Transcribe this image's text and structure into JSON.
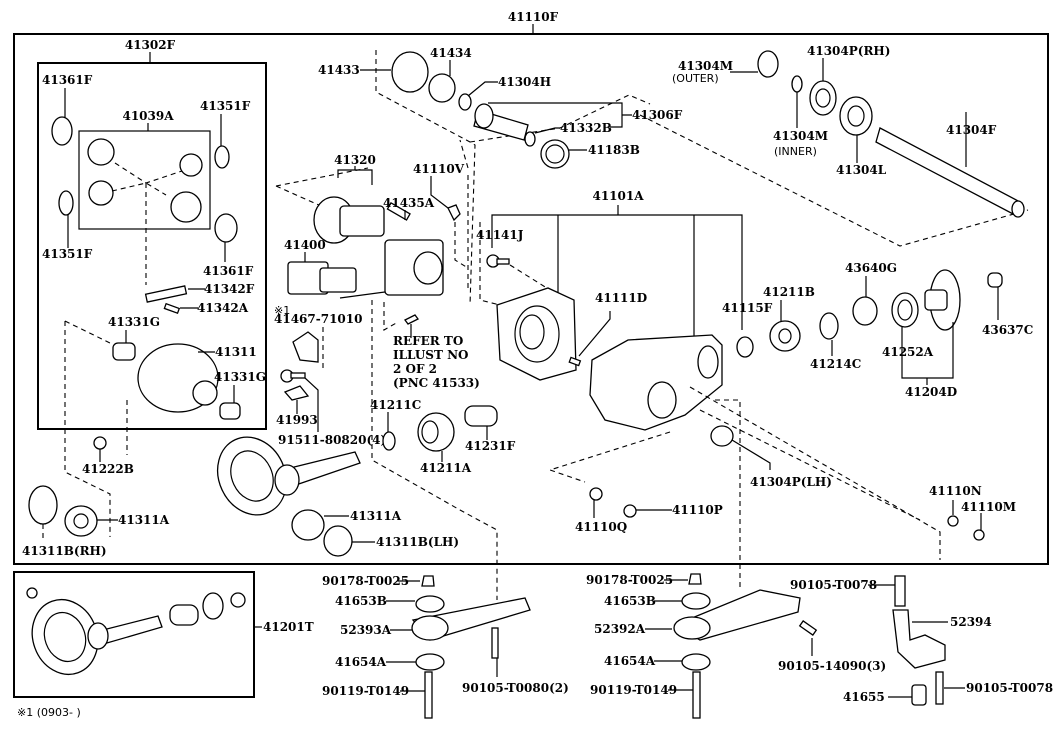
{
  "diagram": {
    "title": "Rear Differential Carrier Assembly Parts Diagram",
    "top_assembly": "41110F",
    "groups": {
      "case_group": "41302F",
      "pinion_gear_set": "41039A",
      "ring_pinion_kit": "41201T",
      "carrier": "41101A",
      "companion_set": "41204D",
      "side_shaft_group": "41306F",
      "actuator": "41320"
    },
    "labels": {
      "l41361F_a": "41361F",
      "l41351F_a": "41351F",
      "l41351F_b": "41351F",
      "l41361F_b": "41361F",
      "l41342F": "41342F",
      "l41342A": "41342A",
      "l41331G_a": "41331G",
      "l41311": "41311",
      "l41331G_b": "41331G",
      "l41222B": "41222B",
      "l41311A_a": "41311A",
      "l41311B_rh": "41311B(RH)",
      "l41433": "41433",
      "l41434": "41434",
      "l41304H": "41304H",
      "l41332B": "41332B",
      "l41183B": "41183B",
      "l41110V": "41110V",
      "l41435A": "41435A",
      "l41400": "41400",
      "note_mark": "※1",
      "l41467": "41467-71010",
      "l41993": "41993",
      "l91511": "91511-80820(4)",
      "refer_1": "REFER TO",
      "refer_2": "ILLUST NO",
      "refer_3": "2 OF 2",
      "refer_4": "(PNC 41533)",
      "l41211C": "41211C",
      "l41211A": "41211A",
      "l41231F": "41231F",
      "l41311A_b": "41311A",
      "l41311B_lh": "41311B(LH)",
      "l41141J": "41141J",
      "l41111D": "41111D",
      "l41115F": "41115F",
      "l41211B": "41211B",
      "l41214C": "41214C",
      "l43640G": "43640G",
      "l41252A": "41252A",
      "l43637C": "43637C",
      "l41304M_outer": "41304M",
      "outer": "(OUTER)",
      "l41304M_inner": "41304M",
      "inner": "(INNER)",
      "l41304P_rh": "41304P(RH)",
      "l41304L": "41304L",
      "l41304F": "41304F",
      "l41304P_lh": "41304P(LH)",
      "l41110N": "41110N",
      "l41110M": "41110M",
      "l41110Q": "41110Q",
      "l41110P": "41110P",
      "l90178_a": "90178-T0025",
      "l41653B_a": "41653B",
      "l52393A": "52393A",
      "l41654A_a": "41654A",
      "l90119_a": "90119-T0149",
      "l90105_80": "90105-T0080(2)",
      "l90178_b": "90178-T0025",
      "l41653B_b": "41653B",
      "l52392A": "52392A",
      "l41654A_b": "41654A",
      "l90119_b": "90119-T0149",
      "l90105_14090": "90105-14090(3)",
      "l90105_78_a": "90105-T0078",
      "l52394": "52394",
      "l41655": "41655",
      "l90105_78_b": "90105-T0078",
      "footnote": "※1 (0903-     )"
    }
  }
}
